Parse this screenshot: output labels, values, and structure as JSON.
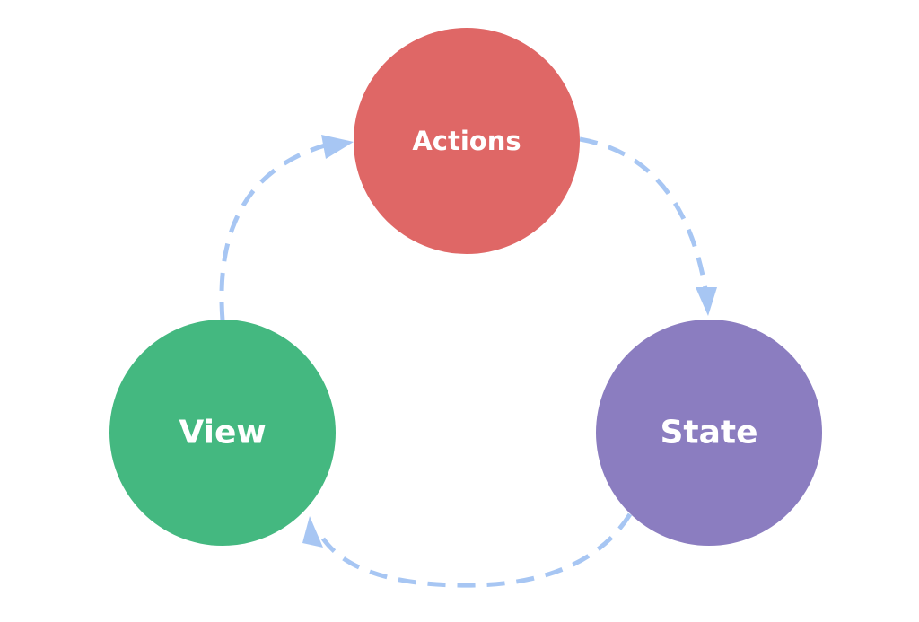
{
  "nodes": {
    "actions": {
      "label": "Actions",
      "color": "#df6766"
    },
    "state": {
      "label": "State",
      "color": "#8b7dc0"
    },
    "view": {
      "label": "View",
      "color": "#44b880"
    }
  },
  "edge_color": "#a7c6f3"
}
